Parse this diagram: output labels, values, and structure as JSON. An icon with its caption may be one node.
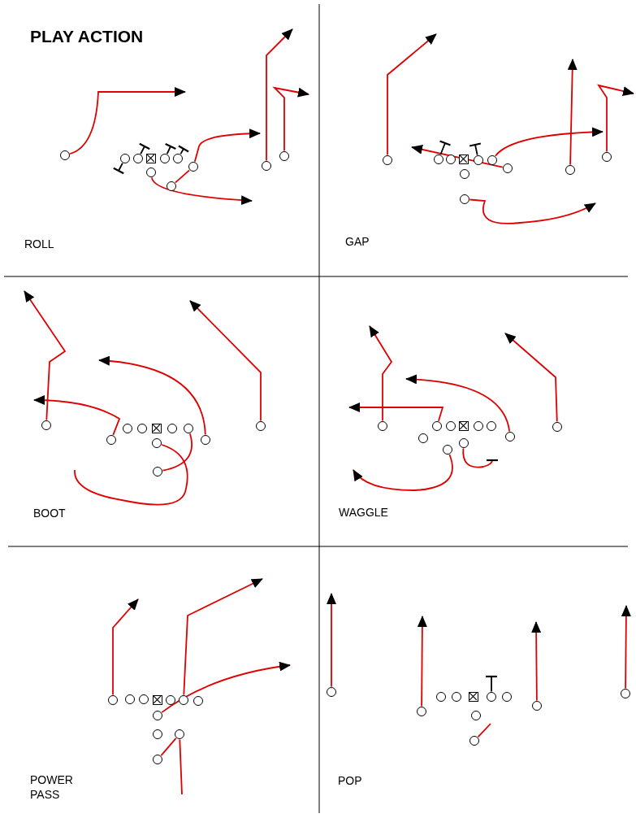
{
  "diagram": {
    "title": "PLAY ACTION",
    "nodes": [
      {
        "text": [
          "ROLL"
        ]
      },
      {
        "text": [],
        "shape": "circle",
        "in": 0
      },
      {
        "text": [],
        "shape": "circle",
        "in": 0
      },
      {
        "text": [],
        "shape": "circle",
        "in": 0
      },
      {
        "text": [],
        "shape": "box",
        "in": 0
      },
      {
        "text": [],
        "shape": "circle",
        "in": 0
      },
      {
        "text": [],
        "shape": "circle",
        "in": 0
      },
      {
        "text": [],
        "shape": "circle",
        "in": 0
      },
      {
        "text": [],
        "shape": "circle",
        "in": 0
      },
      {
        "text": [],
        "shape": "circle",
        "in": 0
      },
      {
        "text": [],
        "shape": "circle",
        "in": 0
      },
      {
        "text": [],
        "shape": "circle",
        "in": 0
      },
      {
        "text": [
          "GAP"
        ]
      },
      {
        "text": [],
        "shape": "circle",
        "in": 12
      },
      {
        "text": [],
        "shape": "circle",
        "in": 12
      },
      {
        "text": [],
        "shape": "circle",
        "in": 12
      },
      {
        "text": [],
        "shape": "box",
        "in": 12
      },
      {
        "text": [],
        "shape": "circle",
        "in": 12
      },
      {
        "text": [],
        "shape": "circle",
        "in": 12
      },
      {
        "text": [],
        "shape": "circle",
        "in": 12
      },
      {
        "text": [],
        "shape": "circle",
        "in": 12
      },
      {
        "text": [],
        "shape": "circle",
        "in": 12
      },
      {
        "text": [],
        "shape": "circle",
        "in": 12
      },
      {
        "text": [],
        "shape": "circle",
        "in": 12
      },
      {
        "text": [
          "BOOT"
        ]
      },
      {
        "text": [],
        "shape": "circle",
        "in": 24
      },
      {
        "text": [],
        "shape": "circle",
        "in": 24
      },
      {
        "text": [],
        "shape": "circle",
        "in": 24
      },
      {
        "text": [],
        "shape": "circle",
        "in": 24
      },
      {
        "text": [],
        "shape": "box",
        "in": 24
      },
      {
        "text": [],
        "shape": "circle",
        "in": 24
      },
      {
        "text": [],
        "shape": "circle",
        "in": 24
      },
      {
        "text": [],
        "shape": "circle",
        "in": 24
      },
      {
        "text": [],
        "shape": "circle",
        "in": 24
      },
      {
        "text": [],
        "shape": "circle",
        "in": 24
      },
      {
        "text": [],
        "shape": "circle",
        "in": 24
      },
      {
        "text": [
          "WAGGLE"
        ]
      },
      {
        "text": [],
        "shape": "circle",
        "in": 36
      },
      {
        "text": [],
        "shape": "circle",
        "in": 36
      },
      {
        "text": [],
        "shape": "circle",
        "in": 36
      },
      {
        "text": [],
        "shape": "circle",
        "in": 36
      },
      {
        "text": [],
        "shape": "box",
        "in": 36
      },
      {
        "text": [],
        "shape": "circle",
        "in": 36
      },
      {
        "text": [],
        "shape": "circle",
        "in": 36
      },
      {
        "text": [],
        "shape": "circle",
        "in": 36
      },
      {
        "text": [],
        "shape": "circle",
        "in": 36
      },
      {
        "text": [],
        "shape": "circle",
        "in": 36
      },
      {
        "text": [],
        "shape": "circle",
        "in": 36
      },
      {
        "text": [
          "POWER PASS"
        ]
      },
      {
        "text": [],
        "shape": "circle",
        "in": 48
      },
      {
        "text": [],
        "shape": "circle",
        "in": 48
      },
      {
        "text": [],
        "shape": "circle",
        "in": 48
      },
      {
        "text": [],
        "shape": "box",
        "in": 48
      },
      {
        "text": [],
        "shape": "circle",
        "in": 48
      },
      {
        "text": [],
        "shape": "circle",
        "in": 48
      },
      {
        "text": [],
        "shape": "circle",
        "in": 48
      },
      {
        "text": [],
        "shape": "circle",
        "in": 48
      },
      {
        "text": [],
        "shape": "circle",
        "in": 48
      },
      {
        "text": [],
        "shape": "circle",
        "in": 48
      },
      {
        "text": [],
        "shape": "circle",
        "in": 48
      },
      {
        "text": [
          "POP"
        ]
      },
      {
        "text": [],
        "shape": "circle",
        "in": 60
      },
      {
        "text": [],
        "shape": "circle",
        "in": 60
      },
      {
        "text": [],
        "shape": "circle",
        "in": 60
      },
      {
        "text": [],
        "shape": "circle",
        "in": 60
      },
      {
        "text": [],
        "shape": "box",
        "in": 60
      },
      {
        "text": [],
        "shape": "circle",
        "in": 60
      },
      {
        "text": [],
        "shape": "circle",
        "in": 60
      },
      {
        "text": [],
        "shape": "circle",
        "in": 60
      },
      {
        "text": [],
        "shape": "circle",
        "in": 60
      },
      {
        "text": [],
        "shape": "circle",
        "in": 60
      },
      {
        "text": [],
        "shape": "circle",
        "in": 60
      }
    ],
    "edges": [
      {
        "from": 1,
        "to": null,
        "arrow": "to"
      },
      {
        "from": 10,
        "to": null,
        "arrow": "to"
      },
      {
        "from": 11,
        "to": null,
        "arrow": "to"
      },
      {
        "from": 9,
        "to": null,
        "arrow": "to"
      },
      {
        "from": 7,
        "to": null,
        "arrow": "to"
      },
      {
        "from": 8,
        "to": 9,
        "arrow": "none"
      },
      {
        "from": 2,
        "to": null,
        "arrow": "other",
        "color": "#000000"
      },
      {
        "from": 3,
        "to": null,
        "arrow": "other",
        "color": "#000000"
      },
      {
        "from": 5,
        "to": null,
        "arrow": "other",
        "color": "#000000"
      },
      {
        "from": 6,
        "to": null,
        "arrow": "other",
        "color": "#000000"
      },
      {
        "from": 13,
        "to": null,
        "arrow": "to"
      },
      {
        "from": 22,
        "to": null,
        "arrow": "to"
      },
      {
        "from": 23,
        "to": null,
        "arrow": "to"
      },
      {
        "from": 18,
        "to": null,
        "arrow": "to"
      },
      {
        "from": 21,
        "to": null,
        "arrow": "to"
      },
      {
        "from": 19,
        "to": null,
        "arrow": "to"
      },
      {
        "from": 14,
        "to": null,
        "arrow": "other",
        "color": "#000000"
      },
      {
        "from": 17,
        "to": null,
        "arrow": "other",
        "color": "#000000"
      },
      {
        "from": 25,
        "to": null,
        "arrow": "to"
      },
      {
        "from": 35,
        "to": null,
        "arrow": "to"
      },
      {
        "from": 32,
        "to": null,
        "arrow": "to"
      },
      {
        "from": 26,
        "to": null,
        "arrow": "to"
      },
      {
        "from": 34,
        "to": 31,
        "arrow": "none"
      },
      {
        "from": 33,
        "to": null,
        "arrow": "none"
      },
      {
        "from": 37,
        "to": null,
        "arrow": "to"
      },
      {
        "from": 47,
        "to": null,
        "arrow": "to"
      },
      {
        "from": 44,
        "to": null,
        "arrow": "to"
      },
      {
        "from": 39,
        "to": null,
        "arrow": "to"
      },
      {
        "from": 46,
        "to": null,
        "arrow": "to"
      },
      {
        "from": 45,
        "to": null,
        "arrow": "other"
      },
      {
        "from": 49,
        "to": null,
        "arrow": "to"
      },
      {
        "from": 54,
        "to": null,
        "arrow": "to"
      },
      {
        "from": 56,
        "to": null,
        "arrow": "to"
      },
      {
        "from": 58,
        "to": null,
        "arrow": "none"
      },
      {
        "from": 59,
        "to": 58,
        "arrow": "none"
      },
      {
        "from": 61,
        "to": null,
        "arrow": "to"
      },
      {
        "from": 62,
        "to": null,
        "arrow": "to"
      },
      {
        "from": 70,
        "to": null,
        "arrow": "to"
      },
      {
        "from": 71,
        "to": null,
        "arrow": "to"
      },
      {
        "from": 66,
        "to": null,
        "arrow": "other",
        "color": "#000000"
      },
      {
        "from": 69,
        "to": null,
        "arrow": "none"
      }
    ]
  }
}
